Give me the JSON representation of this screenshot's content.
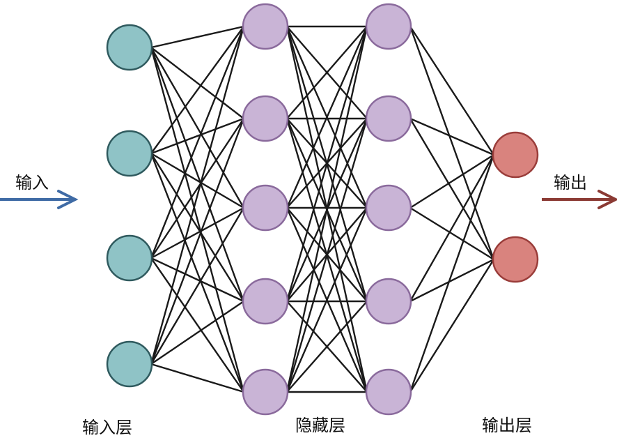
{
  "labels": {
    "input_arrow": "输入",
    "output_arrow": "输出",
    "input_layer": "输入层",
    "hidden_layer": "隐藏层",
    "output_layer": "输出层"
  },
  "network": {
    "layers": [
      {
        "name": "input",
        "nodes": 4,
        "fill": "#8fc3c6",
        "stroke": "#2f5a5e"
      },
      {
        "name": "hidden-1",
        "nodes": 5,
        "fill": "#c9b4d6",
        "stroke": "#8a6a9c"
      },
      {
        "name": "hidden-2",
        "nodes": 5,
        "fill": "#c9b4d6",
        "stroke": "#8a6a9c"
      },
      {
        "name": "output",
        "nodes": 2,
        "fill": "#d9837e",
        "stroke": "#9a3d3a"
      }
    ],
    "edge_color": "#1a1a1a",
    "input_arrow_color": "#3f6ba5",
    "output_arrow_color": "#8b3a34"
  }
}
